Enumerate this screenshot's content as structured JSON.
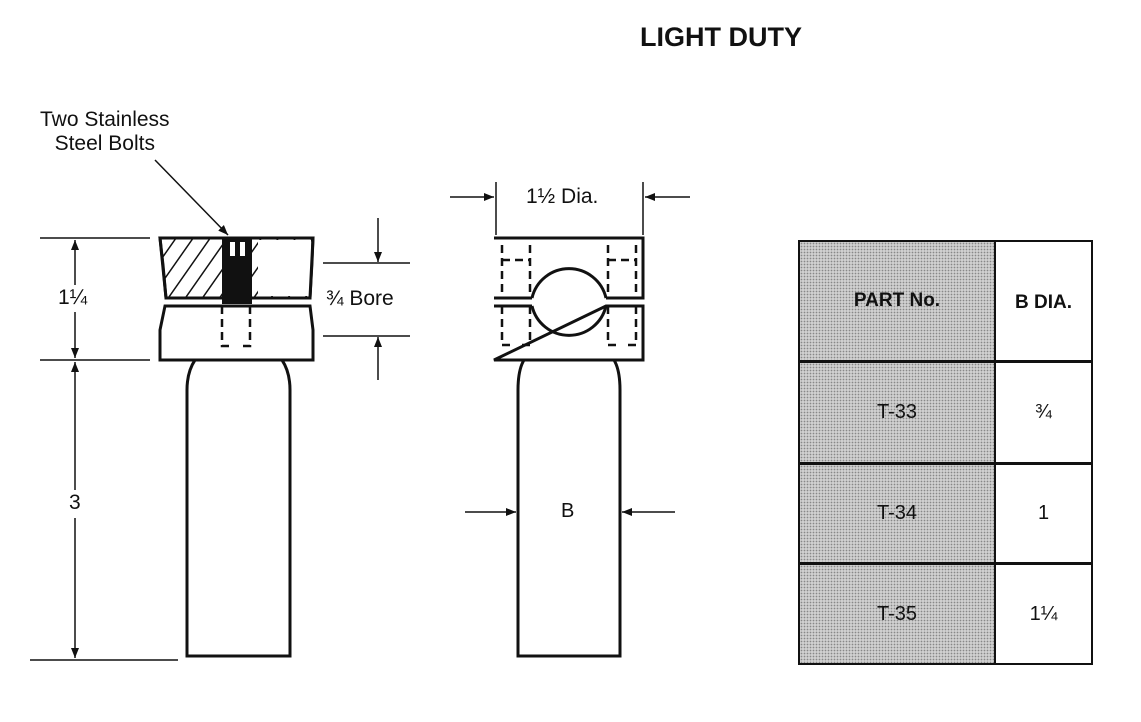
{
  "title": "LIGHT DUTY",
  "annotations": {
    "bolts_line1": "Two Stainless",
    "bolts_line2": "Steel Bolts",
    "dim_top": "1¼",
    "dim_shaft": "3",
    "bore": "¾ Bore",
    "diameter": "1½ Dia.",
    "b_label": "B"
  },
  "table": {
    "headers": [
      "PART No.",
      "B DIA."
    ],
    "rows": [
      {
        "part": "T-33",
        "dia": "¾"
      },
      {
        "part": "T-34",
        "dia": "1"
      },
      {
        "part": "T-35",
        "dia": "1¼"
      }
    ]
  }
}
